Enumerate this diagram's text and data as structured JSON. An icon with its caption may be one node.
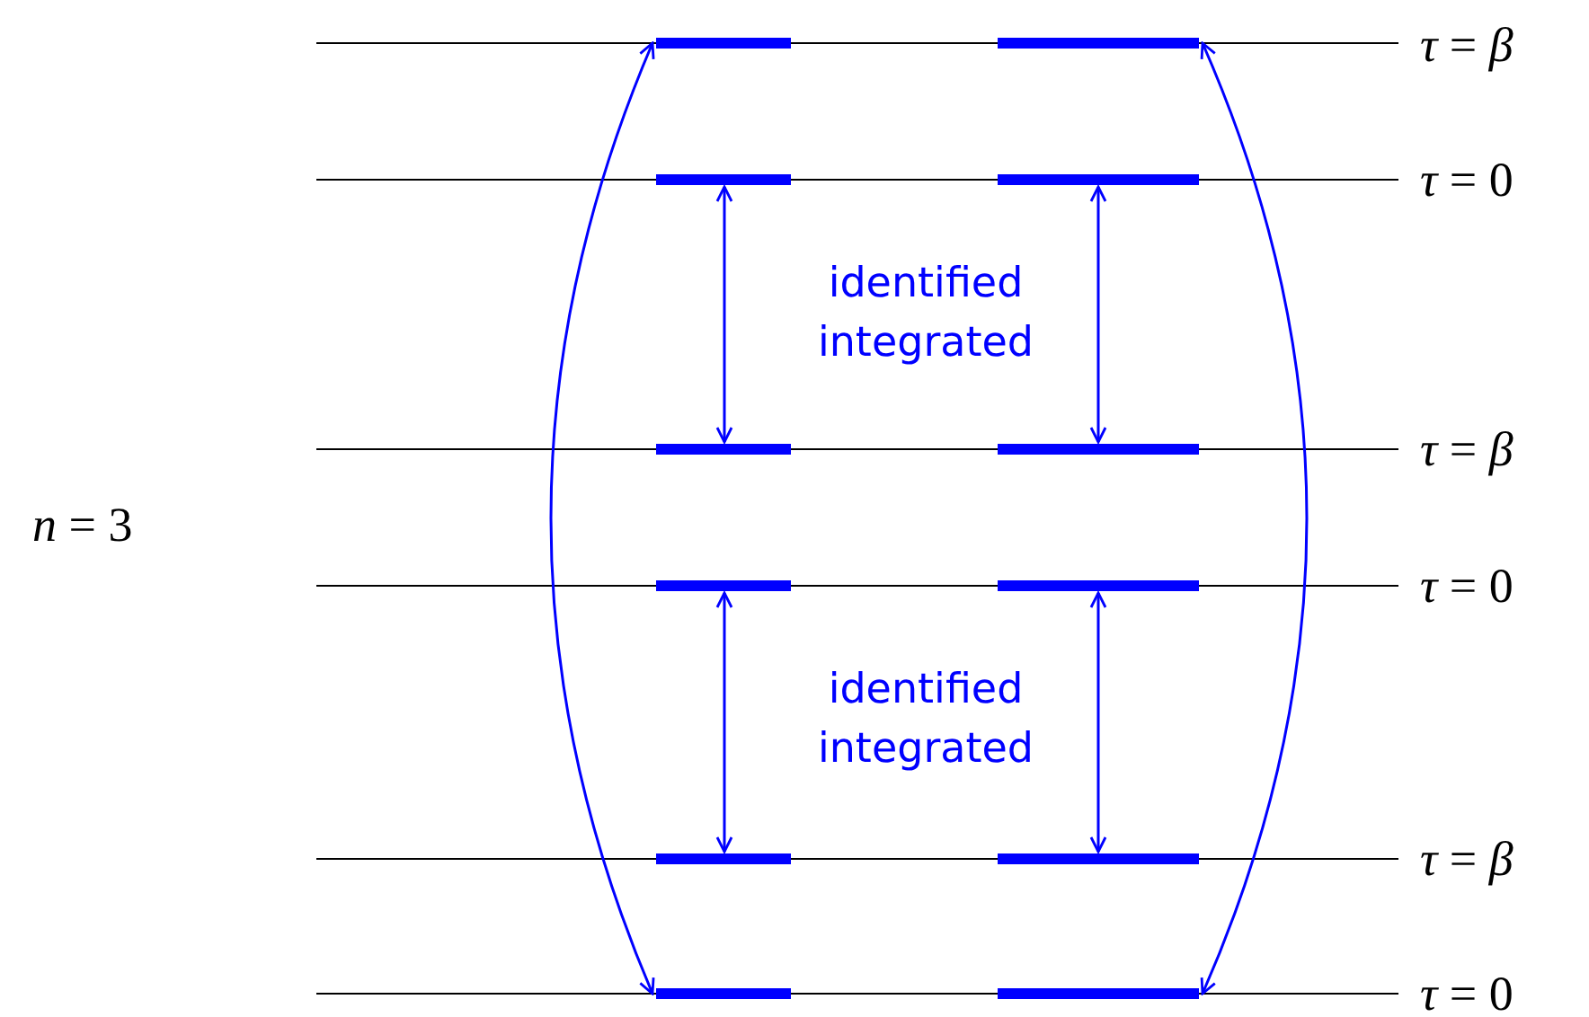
{
  "diagram": {
    "nodes": [
      {
        "text": [],
        "shape": "bar"
      },
      {
        "text": [],
        "shape": "bar"
      },
      {
        "text": [],
        "shape": "bar"
      },
      {
        "text": [],
        "shape": "bar"
      },
      {
        "text": [],
        "shape": "bar"
      },
      {
        "text": [],
        "shape": "bar"
      },
      {
        "text": [],
        "shape": "bar"
      },
      {
        "text": [],
        "shape": "bar"
      },
      {
        "text": [],
        "shape": "bar"
      },
      {
        "text": [],
        "shape": "bar"
      },
      {
        "text": [],
        "shape": "bar"
      },
      {
        "text": [],
        "shape": "bar"
      }
    ],
    "edges": [
      {
        "from": 0,
        "to": 10,
        "arrow": "both"
      },
      {
        "from": 1,
        "to": 11,
        "arrow": "both"
      },
      {
        "from": 2,
        "to": 4,
        "arrow": "both"
      },
      {
        "from": 3,
        "to": 5,
        "arrow": "both"
      },
      {
        "from": 6,
        "to": 8,
        "arrow": "both"
      },
      {
        "from": 7,
        "to": 9,
        "arrow": "both"
      }
    ],
    "labels": [
      "*τ* = *β*",
      "*τ* = 0",
      "identified integrated",
      "*τ* = *β*",
      "*n* = 3",
      "*τ* = 0",
      "identified integrated",
      "*τ* = *β*",
      "*τ* = 0"
    ]
  }
}
